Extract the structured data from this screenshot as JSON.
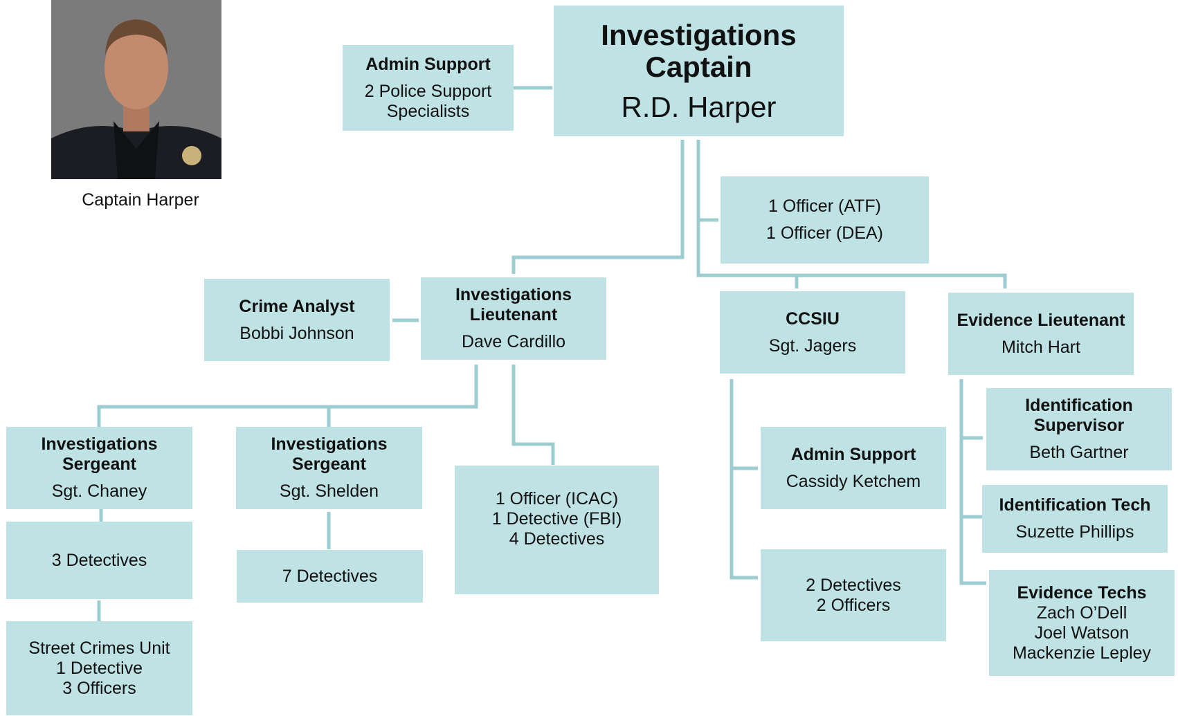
{
  "photo_caption": "Captain Harper",
  "captain": {
    "title": [
      "Investigations",
      "Captain"
    ],
    "name": "R.D. Harper"
  },
  "admin_support_top": {
    "title": "Admin Support",
    "lines": [
      "2 Police Support",
      "Specialists"
    ]
  },
  "federal_officers": {
    "lines": [
      "1 Officer (ATF)",
      "1 Officer (DEA)"
    ]
  },
  "crime_analyst": {
    "title": "Crime Analyst",
    "name": "Bobbi Johnson"
  },
  "investigations_lieutenant": {
    "title": [
      "Investigations",
      "Lieutenant"
    ],
    "name": "Dave Cardillo"
  },
  "ccsiu": {
    "title": "CCSIU",
    "name": "Sgt. Jagers"
  },
  "evidence_lieutenant": {
    "title": "Evidence Lieutenant",
    "name": "Mitch Hart"
  },
  "sergeant_chaney": {
    "title": [
      "Investigations",
      "Sergeant"
    ],
    "name": "Sgt. Chaney"
  },
  "sergeant_shelden": {
    "title": [
      "Investigations",
      "Sergeant"
    ],
    "name": "Sgt. Shelden"
  },
  "chaney_detectives": {
    "text": "3 Detectives"
  },
  "shelden_detectives": {
    "text": "7 Detectives"
  },
  "street_crimes": {
    "lines": [
      "Street Crimes Unit",
      "1 Detective",
      "3 Officers"
    ]
  },
  "icac_unit": {
    "lines": [
      "1 Officer (ICAC)",
      "1 Detective (FBI)",
      "4 Detectives"
    ]
  },
  "admin_support_ccsiu": {
    "title": "Admin Support",
    "name": "Cassidy Ketchem"
  },
  "ccsiu_staff": {
    "lines": [
      "2 Detectives",
      "2 Officers"
    ]
  },
  "identification_supervisor": {
    "title": [
      "Identification",
      "Supervisor"
    ],
    "name": "Beth Gartner"
  },
  "identification_tech": {
    "title": "Identification Tech",
    "name": "Suzette Phillips"
  },
  "evidence_techs": {
    "title": "Evidence Techs",
    "names": [
      "Zach O’Dell",
      "Joel Watson",
      "Mackenzie Lepley"
    ]
  },
  "colors": {
    "box_fill": "#bfe2e4",
    "connector": "#9dcdd1",
    "text": "#111111"
  }
}
